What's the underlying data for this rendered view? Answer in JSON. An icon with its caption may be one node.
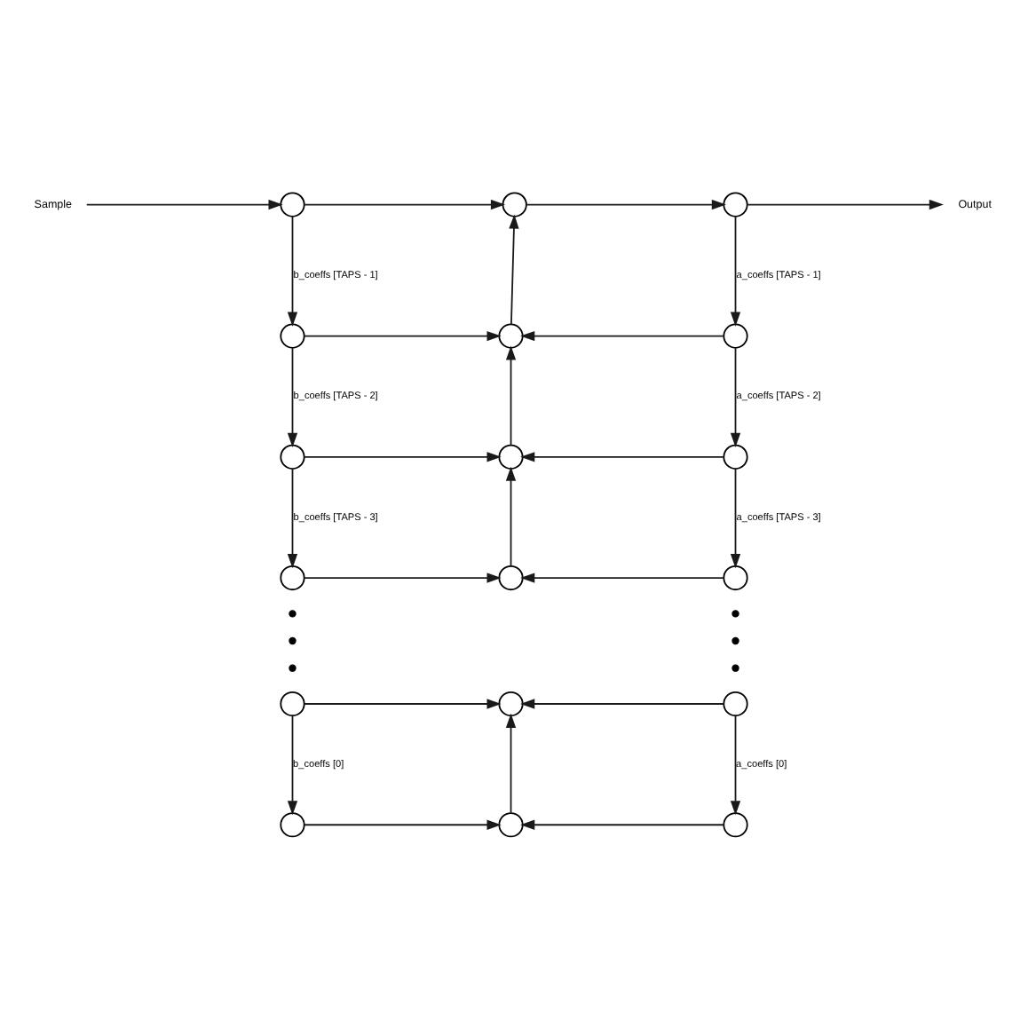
{
  "diagram": {
    "nodes": [
      {
        "text": [
          "Sample"
        ]
      },
      {
        "text": [],
        "shape": "circle"
      },
      {
        "text": [],
        "shape": "circle"
      },
      {
        "text": [],
        "shape": "circle"
      },
      {
        "text": [
          "Output"
        ]
      },
      {
        "text": [],
        "shape": "circle"
      },
      {
        "text": [],
        "shape": "circle"
      },
      {
        "text": [],
        "shape": "circle"
      },
      {
        "text": [],
        "shape": "circle"
      },
      {
        "text": [],
        "shape": "circle"
      },
      {
        "text": [],
        "shape": "circle"
      },
      {
        "text": [],
        "shape": "circle"
      },
      {
        "text": [],
        "shape": "circle"
      },
      {
        "text": [],
        "shape": "circle"
      },
      {
        "text": [],
        "shape": "circle"
      },
      {
        "text": [],
        "shape": "circle"
      },
      {
        "text": [],
        "shape": "circle"
      },
      {
        "text": [],
        "shape": "circle"
      },
      {
        "text": [],
        "shape": "circle"
      },
      {
        "text": [],
        "shape": "circle"
      }
    ],
    "edges": [
      {
        "from": 0,
        "to": 1,
        "arrow": "to"
      },
      {
        "from": 1,
        "to": 2,
        "arrow": "to"
      },
      {
        "from": 2,
        "to": 3,
        "arrow": "to"
      },
      {
        "from": 3,
        "to": 4,
        "arrow": "to"
      },
      {
        "from": 1,
        "to": 5,
        "arrow": "to",
        "label": "b_coeffs [TAPS - 1]"
      },
      {
        "from": 6,
        "to": 2,
        "arrow": "to"
      },
      {
        "from": 3,
        "to": 7,
        "arrow": "to",
        "label": "a_coeffs [TAPS - 1]"
      },
      {
        "from": 5,
        "to": 6,
        "arrow": "to"
      },
      {
        "from": 7,
        "to": 6,
        "arrow": "to"
      },
      {
        "from": 5,
        "to": 8,
        "arrow": "to",
        "label": "b_coeffs [TAPS - 2]"
      },
      {
        "from": 9,
        "to": 6,
        "arrow": "to"
      },
      {
        "from": 7,
        "to": 10,
        "arrow": "to",
        "label": "a_coeffs [TAPS - 2]"
      },
      {
        "from": 8,
        "to": 9,
        "arrow": "to"
      },
      {
        "from": 10,
        "to": 9,
        "arrow": "to"
      },
      {
        "from": 8,
        "to": 11,
        "arrow": "to",
        "label": "b_coeffs [TAPS - 3]"
      },
      {
        "from": 12,
        "to": 9,
        "arrow": "to"
      },
      {
        "from": 10,
        "to": 13,
        "arrow": "to",
        "label": "a_coeffs [TAPS - 3]"
      },
      {
        "from": 11,
        "to": 12,
        "arrow": "to"
      },
      {
        "from": 13,
        "to": 12,
        "arrow": "to"
      },
      {
        "from": 14,
        "to": 15,
        "arrow": "to"
      },
      {
        "from": 16,
        "to": 15,
        "arrow": "to"
      },
      {
        "from": 14,
        "to": 17,
        "arrow": "to",
        "label": "b_coeffs [0]"
      },
      {
        "from": 18,
        "to": 15,
        "arrow": "to"
      },
      {
        "from": 16,
        "to": 19,
        "arrow": "to",
        "label": "a_coeffs [0]"
      },
      {
        "from": 17,
        "to": 18,
        "arrow": "to"
      },
      {
        "from": 19,
        "to": 18,
        "arrow": "to"
      }
    ]
  }
}
